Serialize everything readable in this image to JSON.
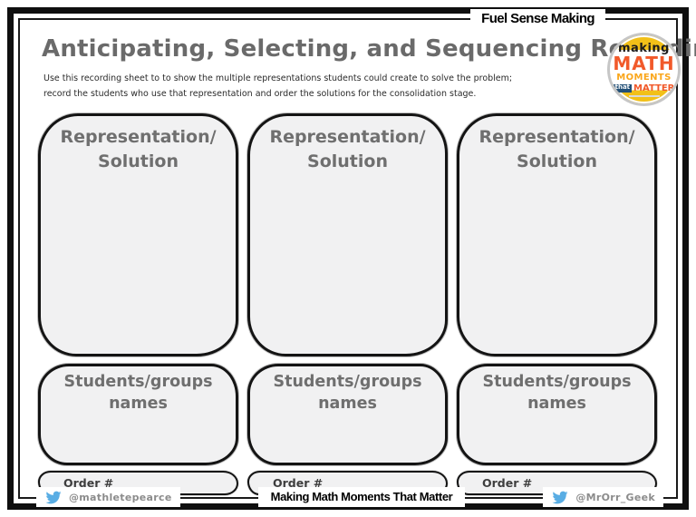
{
  "header": {
    "badge": "Fuel Sense Making",
    "title": "Anticipating, Selecting, and Sequencing Recording Sheet",
    "subtitle": "Use this recording sheet to to show the multiple representations students could create to solve the problem; record the students who use that representation and order the solutions for the consolidation stage."
  },
  "logo": {
    "word1": "making",
    "word2": "MATH",
    "word3": "MOMENTS",
    "word4_small": "that",
    "word4": "MATTER"
  },
  "columns": [
    {
      "representation_label": "Representation/\nSolution",
      "students_label": "Students/groups\nnames",
      "order_label": "Order #"
    },
    {
      "representation_label": "Representation/\nSolution",
      "students_label": "Students/groups\nnames",
      "order_label": "Order #"
    },
    {
      "representation_label": "Representation/\nSolution",
      "students_label": "Students/groups\nnames",
      "order_label": "Order #"
    }
  ],
  "footer": {
    "left_handle": "@mathletepearce",
    "center": "Making Math Moments That Matter",
    "right_handle": "@MrOrr_Geek"
  },
  "theme": {
    "twitter_blue": "#59ADE4",
    "logo_yellow": "#F2C018",
    "logo_orange": "#F1592A",
    "logo_orange_light": "#FAA61A",
    "logo_navy": "#235077",
    "title_gray": "#6A6A6A",
    "label_gray": "#6F6F6F",
    "box_fill": "#F1F1F2",
    "ink": "#141414"
  }
}
